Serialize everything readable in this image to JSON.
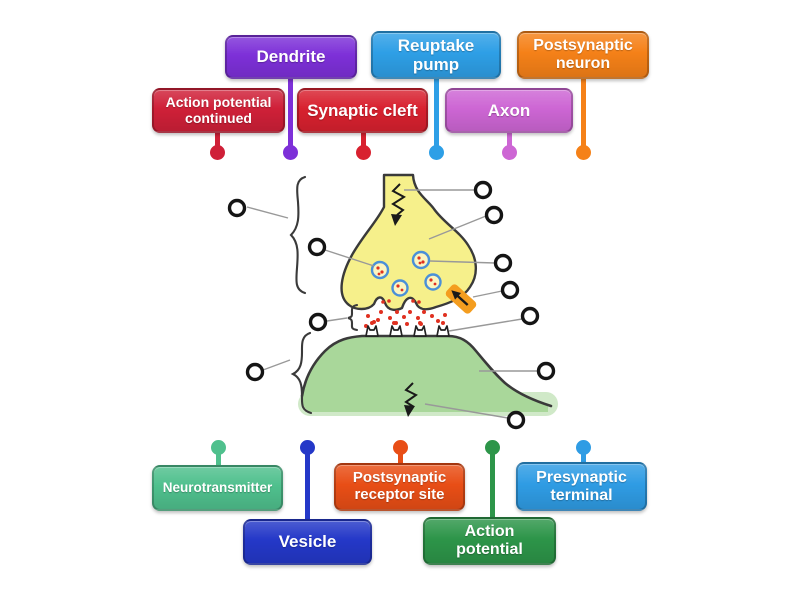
{
  "labels": [
    {
      "text": "Dendrite",
      "color": "#7d30d8"
    },
    {
      "text": "Reuptake pump",
      "color": "#2e9fe6"
    },
    {
      "text": "Postsynaptic neuron",
      "color": "#f58118"
    },
    {
      "text": "Action potential continued",
      "color": "#cf2038"
    },
    {
      "text": "Synaptic cleft",
      "color": "#d8212f"
    },
    {
      "text": "Axon",
      "color": "#cd66d4"
    },
    {
      "text": "Neurotransmitter",
      "color": "#4fc08d"
    },
    {
      "text": "Postsynaptic receptor site",
      "color": "#e84e16"
    },
    {
      "text": "Presynaptic terminal",
      "color": "#2f9ce4"
    },
    {
      "text": "Vesicle",
      "color": "#2438c8"
    },
    {
      "text": "Action potential",
      "color": "#2d9549"
    }
  ],
  "diagram": {
    "answer_target_count": 11
  },
  "colors": {
    "background": "#ffffff",
    "outline": "#3a3a3a",
    "pointer_line": "#999999",
    "presynaptic_fill": "#f6f08b",
    "postsynaptic_fill": "#a9d79a",
    "vesicle_ring": "#4a90d8",
    "neurotransmitter_dot": "#e03020",
    "pump_tag": "#f49d1f",
    "target_ring": "#151515"
  }
}
